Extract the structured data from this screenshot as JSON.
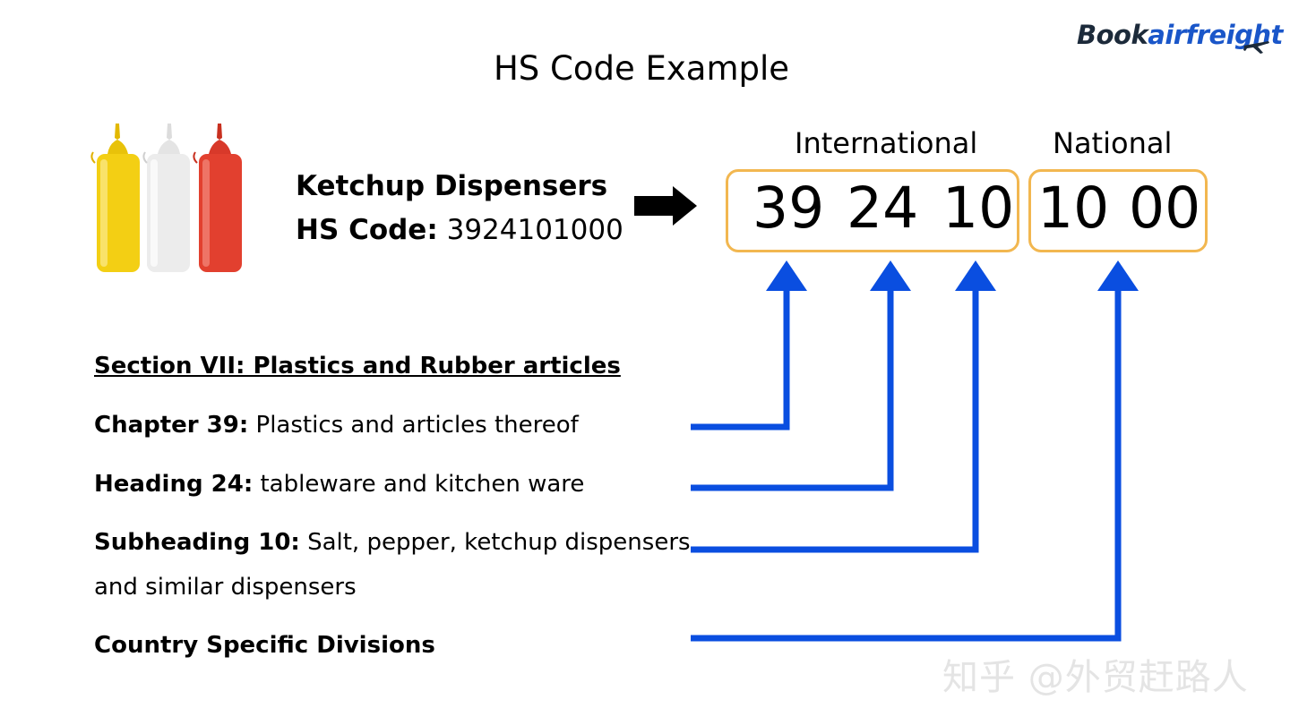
{
  "logo": {
    "part1": "Book",
    "part2": "airfreight"
  },
  "title": "HS Code Example",
  "product": {
    "name": "Ketchup Dispensers",
    "code_label": "HS Code:",
    "code_value": "3924101000"
  },
  "groups": {
    "international": "International",
    "national": "National"
  },
  "digits": [
    "39",
    "24",
    "10",
    "10",
    "00"
  ],
  "rows": {
    "section": "Section VII: Plastics and Rubber articles",
    "chapter_label": "Chapter 39:",
    "chapter_text": "Plastics and articles thereof",
    "heading_label": "Heading 24:",
    "heading_text": "tableware and kitchen ware",
    "subheading_label": "Subheading 10:",
    "subheading_text": "Salt, pepper, ketchup dispensers",
    "subheading_text_2": "and similar dispensers",
    "country": "Country Specific Divisions"
  },
  "watermark": "知乎 @外贸赶路人",
  "colors": {
    "box_border": "#f2b750",
    "connector": "#0a4ee0",
    "logo_dark": "#1c2a3a",
    "logo_blue": "#1a56c9"
  }
}
